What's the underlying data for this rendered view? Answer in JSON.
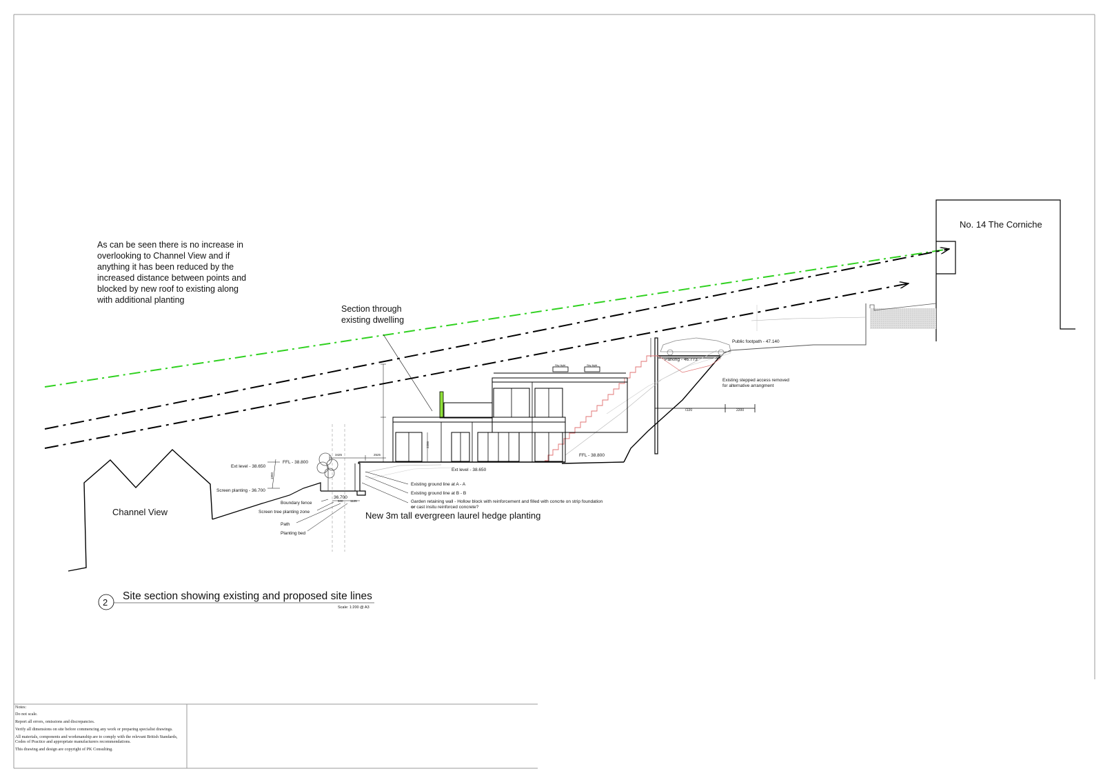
{
  "annotation": {
    "lines": [
      "As can be seen there is no increase in",
      "overlooking to Channel View and if",
      "anything it has been reduced by the",
      "increased distance between points and",
      "blocked by new roof to existing along",
      "with additional planting"
    ]
  },
  "labels": {
    "section_through": [
      "Section through",
      "existing dwelling"
    ],
    "no14": "No. 14 The Corniche",
    "channel_view": "Channel View",
    "hedge": "New 3m tall evergreen laurel hedge planting",
    "public_footpath": "Public footpath - 47.140",
    "parking": "Parking - 46.773",
    "stepped_access": [
      "Existing stepped access removed",
      "for alternative arrangment"
    ],
    "ffl_left": "FFL - 38.800",
    "ffl_right": "FFL - 38.800",
    "ext_level_left": "Ext level - 38.650",
    "ext_level_mid": "Ext level - 38.650",
    "screen_planting": "Screen planting - 36.700",
    "level_36700": "36.700",
    "boundary_fence": "Boundary fence",
    "screen_tree": "Screen tree planting zone",
    "path": "Path",
    "planting_bed": "Planting bed",
    "ground_aa": "Existing ground line at A - A",
    "ground_bb": "Existing ground line at B - B",
    "retaining_wall_1": "Garden retaining wall - Hollow block with reinforcement and filled with concrte on strip foundation",
    "retaining_wall_or": "or",
    "retaining_wall_2": " cast insitu reinforced concrete?",
    "sky_light": "Sky light",
    "dim_7220": "7220",
    "dim_2200": "2200",
    "dim_3425": "3425",
    "dim_2525": "2525",
    "dim_2200b": "2200",
    "dim_1950": "1950",
    "dim_500": "500",
    "dim_1125": "1125"
  },
  "title_block": {
    "number": "2",
    "title": "Site section showing existing and proposed site lines",
    "scale": "Scale: 1:200 @ A3"
  },
  "notes": {
    "heading": "Notes:",
    "items": [
      "Do not scale.",
      "Report all errors, omissions and discrepancies.",
      "Verify all dimensions on site before commencing any work or preparing specialist drawings.",
      "All materials, components and workmanship are to comply with the relevant British Standards, Codes of Practice and appropriate manufacturers recommendations.",
      "This drawing and design are copyright of PK Consulting."
    ]
  },
  "colors": {
    "sightline_green": "#2fd11f",
    "sightline_black": "#000000",
    "stair_red": "#e07070",
    "balustrade_green": "#8fe03a"
  }
}
